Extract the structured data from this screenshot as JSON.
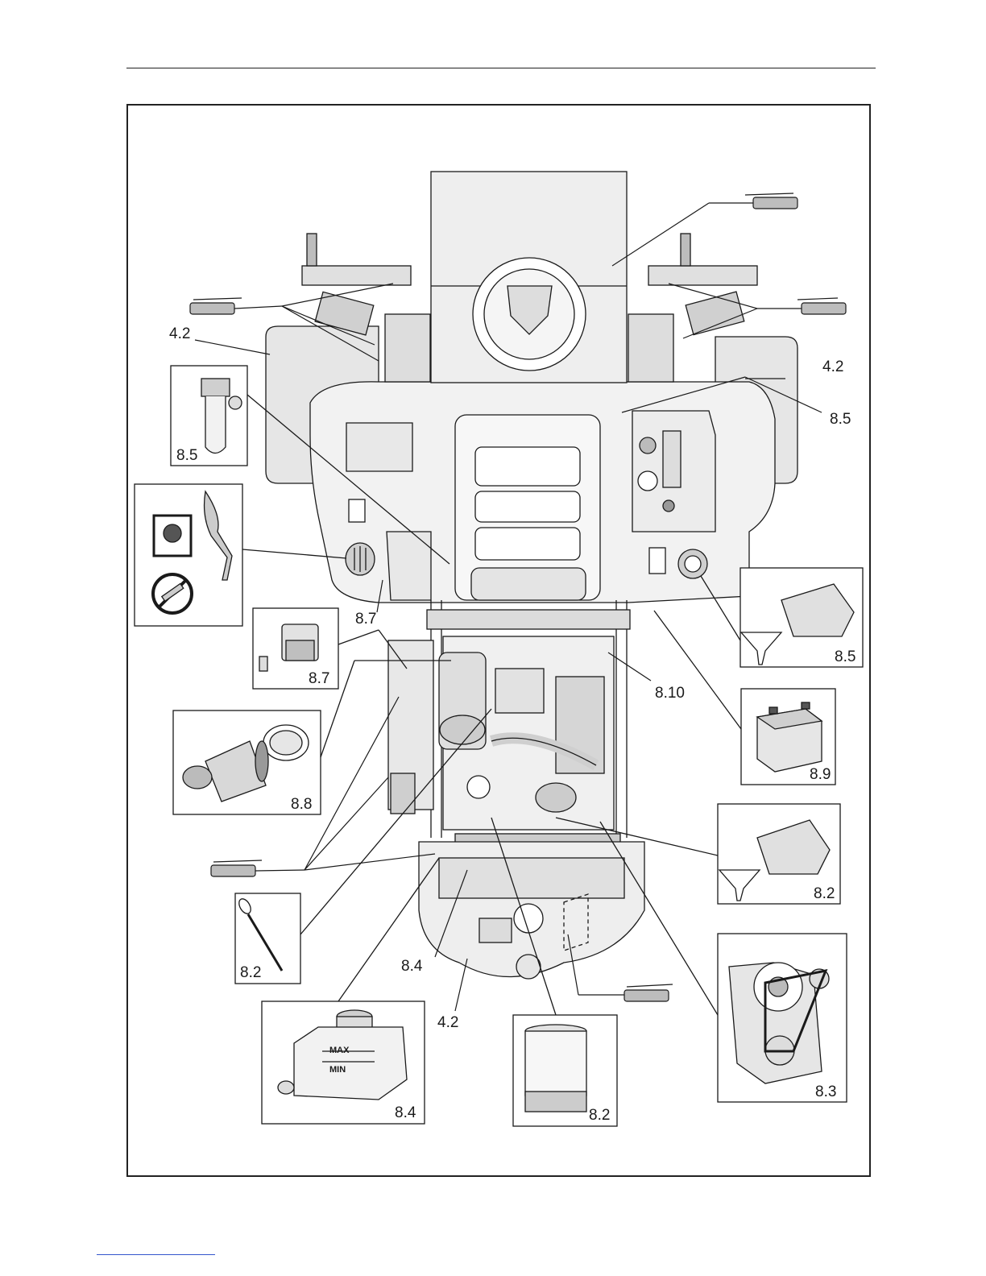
{
  "callouts": {
    "label_4_2_left": "4.2",
    "label_4_2_right": "4.2",
    "label_4_2_bottom": "4.2",
    "label_8_5_hyd_filter": "8.5",
    "label_8_5_right": "8.5",
    "label_8_5_hyd_oil": "8.5",
    "label_8_7_main": "8.7",
    "label_8_7_fuel_filter": "8.7",
    "label_8_8_air_filter": "8.8",
    "label_8_10": "8.10",
    "label_8_9_battery": "8.9",
    "label_8_2_engine_oil": "8.2",
    "label_8_2_dipstick": "8.2",
    "label_8_2_oil_filter": "8.2",
    "label_8_4_main": "8.4",
    "label_8_4_coolant": "8.4",
    "label_8_3_belt": "8.3"
  },
  "coolant_tank": {
    "max": "MAX",
    "min": "MIN"
  },
  "colors": {
    "line": "#1a1a1a",
    "fill_light": "#e6e6e6",
    "fill_mid": "#c8c8c8",
    "fill_dark": "#8a8a8a",
    "link": "#3355cc"
  }
}
